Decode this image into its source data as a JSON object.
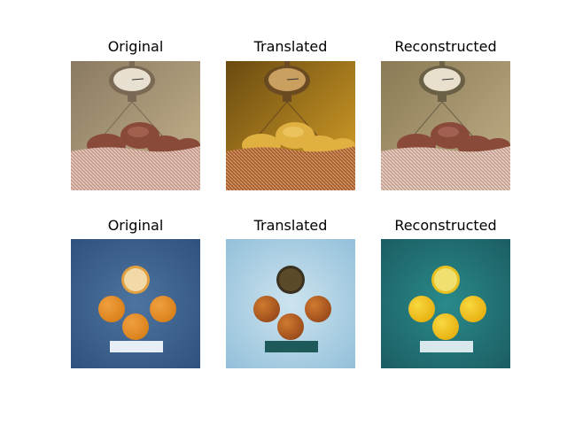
{
  "rows": [
    {
      "panels": [
        {
          "title": "Original",
          "scene": "scale",
          "palette": {
            "bg1": "#8a7a60",
            "bg2": "#c7b48f",
            "fruit": "#8a4a3a",
            "fruitHi": "#b0705a",
            "cloth": "#c89a8a",
            "clothLine": "#e8d8d0",
            "dial": "#e8e0d0",
            "metal": "#7a6a55"
          }
        },
        {
          "title": "Translated",
          "scene": "scale",
          "palette": {
            "bg1": "#6a4a10",
            "bg2": "#d9a42a",
            "fruit": "#e0b040",
            "fruitHi": "#f0d070",
            "cloth": "#a86030",
            "clothLine": "#d9a070",
            "dial": "#c9a060",
            "metal": "#6a4a20"
          }
        },
        {
          "title": "Reconstructed",
          "scene": "scale",
          "palette": {
            "bg1": "#8a7a55",
            "bg2": "#c2b088",
            "fruit": "#8a4a3a",
            "fruitHi": "#b07060",
            "cloth": "#c8a090",
            "clothLine": "#ece0d8",
            "dial": "#e8e0cc",
            "metal": "#6a6045"
          }
        }
      ]
    },
    {
      "panels": [
        {
          "title": "Original",
          "scene": "oranges",
          "palette": {
            "bg1": "#2e4f7a",
            "bg2": "#4d74a0",
            "fruit": "#d9801a",
            "fruitHi": "#f0a040",
            "half": "#f2d9a8",
            "halfRing": "#e0a040",
            "ruler": "#e8eef6"
          }
        },
        {
          "title": "Translated",
          "scene": "oranges",
          "palette": {
            "bg1": "#8fbdd8",
            "bg2": "#cde4ef",
            "fruit": "#9a4a1a",
            "fruitHi": "#d07a30",
            "half": "#5a4a2a",
            "halfRing": "#3a3020",
            "ruler": "#1e5a5a"
          }
        },
        {
          "title": "Reconstructed",
          "scene": "oranges",
          "palette": {
            "bg1": "#1a5a60",
            "bg2": "#2a8a8a",
            "fruit": "#e8b010",
            "fruitHi": "#f8d840",
            "half": "#f0e070",
            "halfRing": "#e8c020",
            "ruler": "#d8e8ec"
          }
        }
      ]
    }
  ]
}
